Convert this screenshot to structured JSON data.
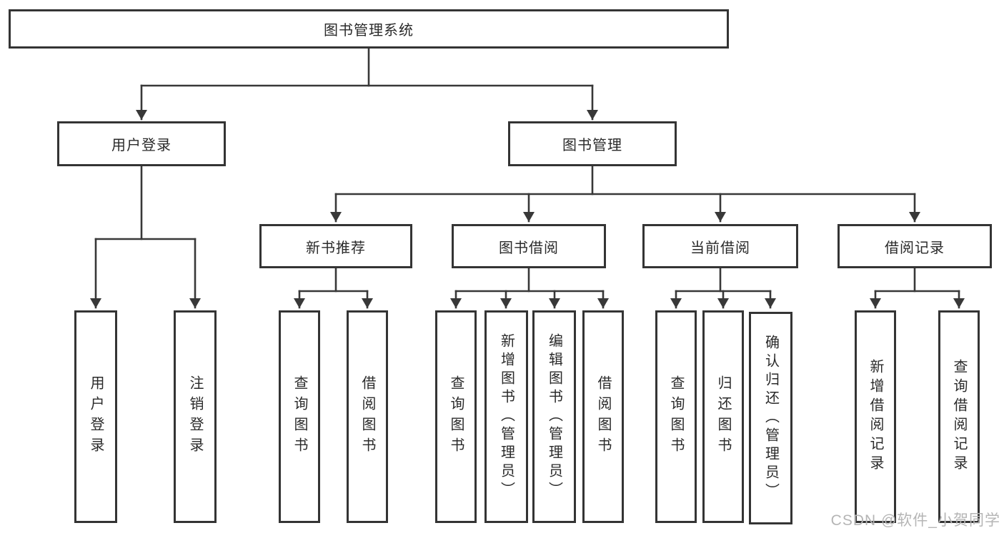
{
  "diagram": {
    "type": "hierarchy-structure-chart",
    "colors": {
      "background": "#ffffff",
      "box_border": "#343434",
      "line": "#383838",
      "text": "#2a2a2a",
      "watermark": "#b5b5b5"
    },
    "watermark": "CSDN @软件_小贺同学",
    "tree": {
      "label": "图书管理系统",
      "children": [
        {
          "label": "用户登录",
          "children": [
            {
              "label": "用户登录"
            },
            {
              "label": "注销登录"
            }
          ]
        },
        {
          "label": "图书管理",
          "children": [
            {
              "label": "新书推荐",
              "children": [
                {
                  "label": "查询图书"
                },
                {
                  "label": "借阅图书"
                }
              ]
            },
            {
              "label": "图书借阅",
              "children": [
                {
                  "label": "查询图书"
                },
                {
                  "label": "新增图书（管理员）"
                },
                {
                  "label": "编辑图书（管理员）"
                },
                {
                  "label": "借阅图书"
                }
              ]
            },
            {
              "label": "当前借阅",
              "children": [
                {
                  "label": "查询图书"
                },
                {
                  "label": "归还图书"
                },
                {
                  "label": "确认归还（管理员）"
                }
              ]
            },
            {
              "label": "借阅记录",
              "children": [
                {
                  "label": "新增借阅记录"
                },
                {
                  "label": "查询借阅记录"
                }
              ]
            }
          ]
        }
      ]
    }
  }
}
